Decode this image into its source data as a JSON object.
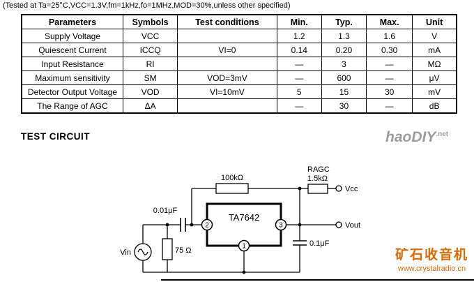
{
  "header_note": "(Tested at Ta=25°C,VCC=1.3V,fm=1kHz,fo=1MHz,MOD=30%,unless other specified)",
  "table": {
    "columns": [
      "Parameters",
      "Symbols",
      "Test conditions",
      "Min.",
      "Typ.",
      "Max.",
      "Unit"
    ],
    "rows": [
      {
        "param": "Supply Voltage",
        "symbol": "VCC",
        "cond": "",
        "min": "1.2",
        "typ": "1.3",
        "max": "1.6",
        "unit": "V"
      },
      {
        "param": "Quiescent Current",
        "symbol": "ICCQ",
        "cond": "VI=0",
        "min": "0.14",
        "typ": "0.20",
        "max": "0.30",
        "unit": "mA"
      },
      {
        "param": "Input Resistance",
        "symbol": "RI",
        "cond": "",
        "min": "—",
        "typ": "3",
        "max": "—",
        "unit": "MΩ"
      },
      {
        "param": "Maximum sensitivity",
        "symbol": "SM",
        "cond": "VOD=3mV",
        "min": "—",
        "typ": "600",
        "max": "—",
        "unit": "μV"
      },
      {
        "param": "Detector Output Voltage",
        "symbol": "VOD",
        "cond": "VI=10mV",
        "min": "5",
        "typ": "15",
        "max": "30",
        "unit": "mV"
      },
      {
        "param": "The Range of AGC",
        "symbol": "ΔA",
        "cond": "",
        "min": "—",
        "typ": "30",
        "max": "—",
        "unit": "dB"
      }
    ]
  },
  "section_title": "TEST CIRCUIT",
  "circuit": {
    "ic": "TA7642",
    "pin1": "1",
    "pin2": "2",
    "pin3": "3",
    "r_top": "100kΩ",
    "r_agc_name": "RAGC",
    "r_agc_value": "1.5kΩ",
    "r_in": "75 Ω",
    "c_in": "0.01μF",
    "c_out": "0.1μF",
    "vcc": "Vcc",
    "vout": "Vout",
    "vin": "Vin"
  },
  "watermarks": {
    "top_name": "haoDIY",
    "top_suffix": ".net",
    "bottom_title": "矿石收音机",
    "bottom_url": "www.crystalradio.cn"
  },
  "colors": {
    "ink": "#000000",
    "watermark_gray": "#9c9c9c",
    "watermark_orange": "#e06a00"
  }
}
